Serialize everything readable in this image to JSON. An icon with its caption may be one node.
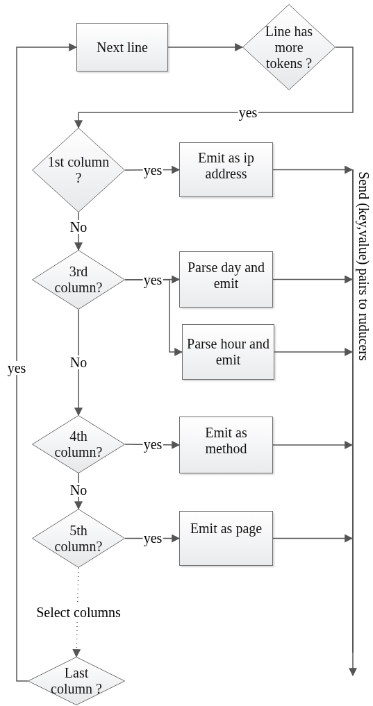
{
  "diagram": {
    "nodes": [
      {
        "text": [
          "Next line"
        ]
      },
      {
        "text": [
          "Line has more tokens ?"
        ]
      },
      {
        "text": [
          "1st column ?"
        ]
      },
      {
        "text": [
          "Emit as ip address"
        ]
      },
      {
        "text": [
          "3rd column?"
        ]
      },
      {
        "text": [
          "Parse day and emit"
        ]
      },
      {
        "text": [
          "Parse hour and emit"
        ]
      },
      {
        "text": [
          "4th column?"
        ]
      },
      {
        "text": [
          "Emit as method"
        ]
      },
      {
        "text": [
          "5th column?"
        ]
      },
      {
        "text": [
          "Emit as page"
        ]
      },
      {
        "text": [
          "Last column ?"
        ]
      },
      {
        "text": [],
        "shape": "bar",
        "beside": [
          "Send (key,value) pairs to ruducers"
        ]
      }
    ],
    "edges": [
      {
        "from": 0,
        "to": 1,
        "arrow": "to"
      },
      {
        "from": 1,
        "to": 2,
        "arrow": "to",
        "label": "yes"
      },
      {
        "from": 2,
        "to": 3,
        "arrow": "to",
        "label": "yes"
      },
      {
        "from": 3,
        "to": 12,
        "arrow": "to"
      },
      {
        "from": 2,
        "to": 4,
        "arrow": "to",
        "label": "No"
      },
      {
        "from": 4,
        "to": 5,
        "arrow": "to",
        "label": "yes"
      },
      {
        "from": 4,
        "to": 6,
        "arrow": "to"
      },
      {
        "from": 5,
        "to": 12,
        "arrow": "to"
      },
      {
        "from": 6,
        "to": 12,
        "arrow": "to"
      },
      {
        "from": 4,
        "to": 7,
        "arrow": "to",
        "label": "No"
      },
      {
        "from": 7,
        "to": 8,
        "arrow": "to",
        "label": "yes"
      },
      {
        "from": 8,
        "to": 12,
        "arrow": "to"
      },
      {
        "from": 7,
        "to": 9,
        "arrow": "to",
        "label": "No"
      },
      {
        "from": 9,
        "to": 10,
        "arrow": "to",
        "label": "yes"
      },
      {
        "from": 10,
        "to": 12,
        "arrow": "to"
      },
      {
        "from": 9,
        "to": 11,
        "arrow": "to",
        "label": "Select columns",
        "style": "dashed"
      },
      {
        "from": 11,
        "to": 0,
        "arrow": "to",
        "label": "yes"
      },
      {
        "from": 12,
        "to": null,
        "arrow": "to"
      }
    ]
  }
}
